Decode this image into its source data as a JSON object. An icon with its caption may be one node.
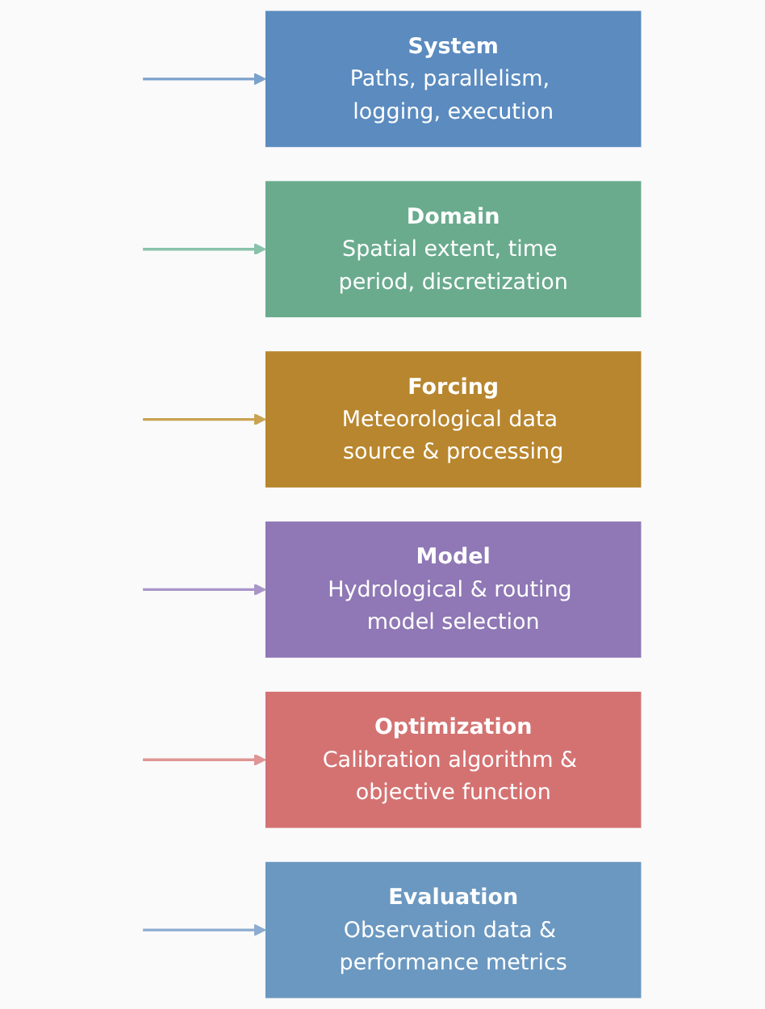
{
  "diagram": {
    "nodes": [
      {
        "text": [
          "System",
          "Paths, parallelism, logging, execution"
        ]
      },
      {
        "text": [
          "Domain",
          "Spatial extent, time period, discretization"
        ]
      },
      {
        "text": [
          "Forcing",
          "Meteorological data source & processing"
        ]
      },
      {
        "text": [
          "Model",
          "Hydrological & routing model selection"
        ]
      },
      {
        "text": [
          "Optimization",
          "Calibration algorithm & objective function"
        ]
      },
      {
        "text": [
          "Evaluation",
          "Observation data & performance metrics"
        ]
      }
    ],
    "edges": [
      {
        "from": null,
        "to": 0,
        "arrow": "to",
        "color": "#7ba2cc"
      },
      {
        "from": null,
        "to": 1,
        "arrow": "to",
        "color": "#88c2aa"
      },
      {
        "from": null,
        "to": 2,
        "arrow": "to",
        "color": "#c9a352"
      },
      {
        "from": null,
        "to": 3,
        "arrow": "to",
        "color": "#a996c9"
      },
      {
        "from": null,
        "to": 4,
        "arrow": "to",
        "color": "#e09494"
      },
      {
        "from": null,
        "to": 5,
        "arrow": "to",
        "color": "#8cacd0"
      }
    ]
  }
}
